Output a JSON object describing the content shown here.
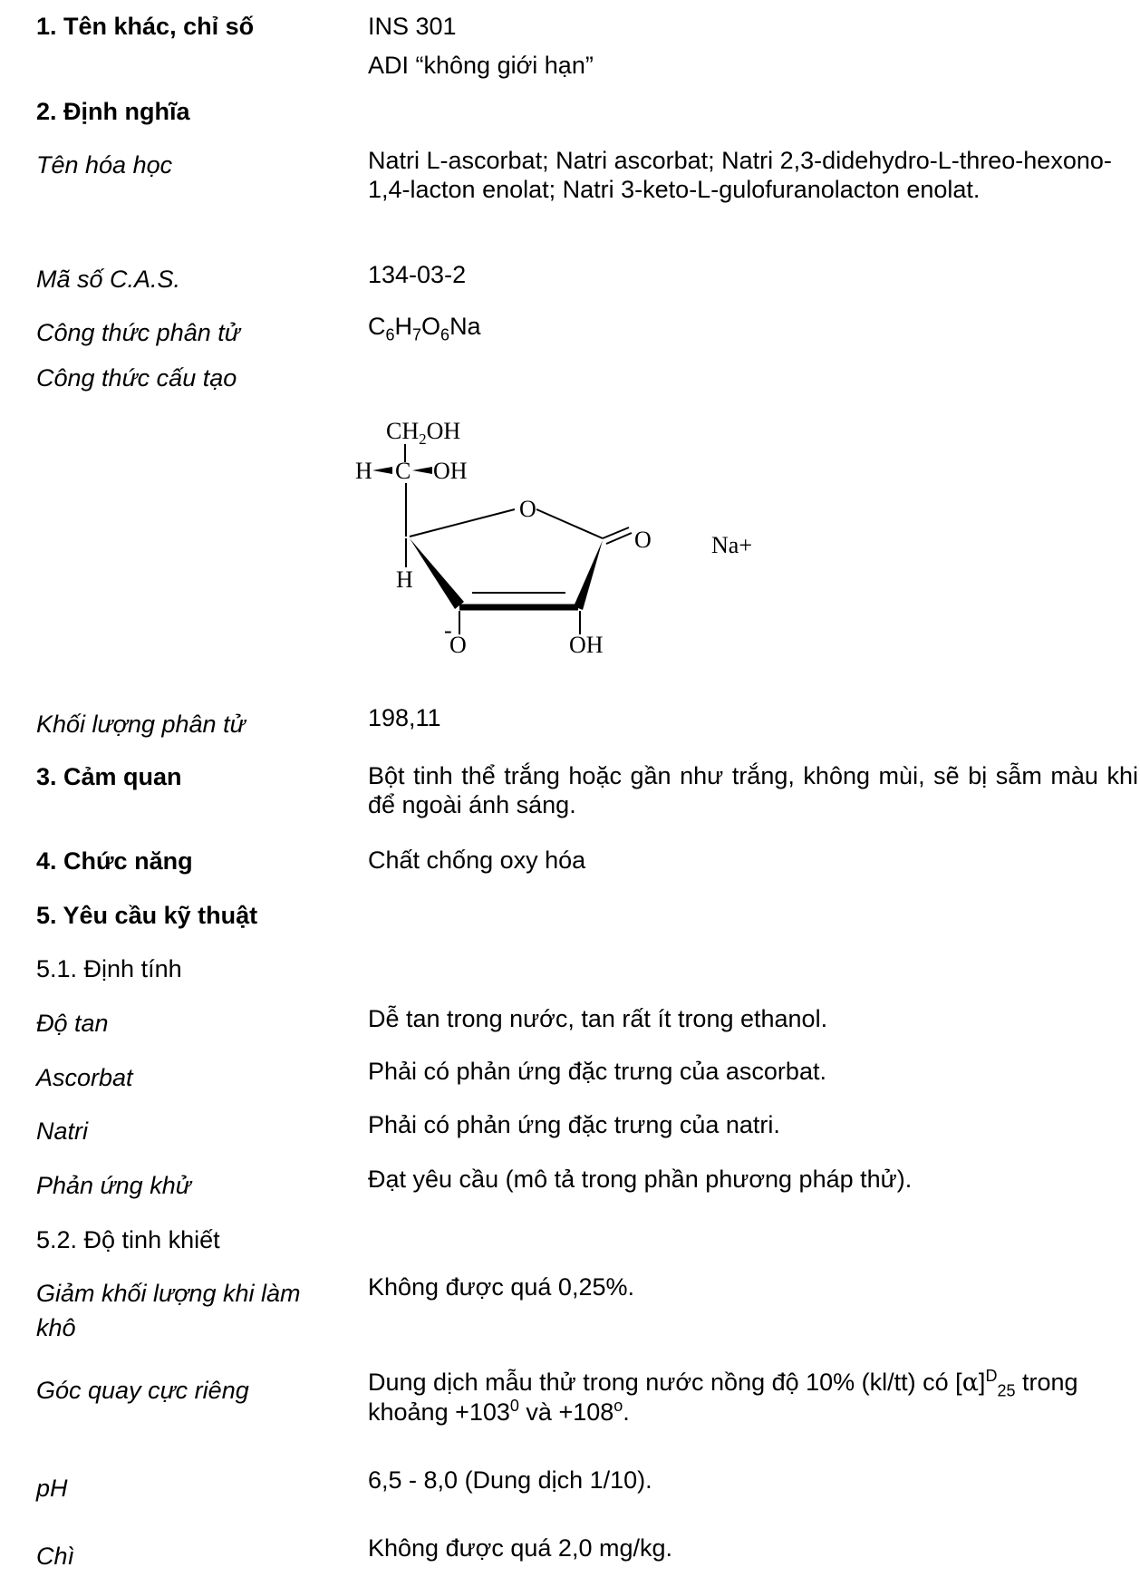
{
  "sec1": {
    "label": "1. Tên khác, chỉ số",
    "ins": "INS 301",
    "adi": "ADI “không giới hạn”"
  },
  "sec2": {
    "label": "2. Định nghĩa",
    "chem_name_label": "Tên hóa học",
    "chem_name_value": "Natri L-ascorbat; Natri ascorbat; Natri 2,3-didehydro-L-threo-hexono-1,4-lacton enolat; Natri 3-keto-L-gulofuranolacton enolat.",
    "cas_label": "Mã số C.A.S.",
    "cas_value": "134-03-2",
    "mol_formula_label": "Công thức phân tử",
    "mol_formula": {
      "C": "C",
      "c_n": "6",
      "H": "H",
      "h_n": "7",
      "O": "O",
      "o_n": "6",
      "Na": "Na"
    },
    "struct_label": "Công thức cấu tạo",
    "structure": {
      "ch2oh_base": "CH",
      "ch2oh_sub": "2",
      "ch2oh_tail": "OH",
      "h_left": "H",
      "c_center": "C",
      "oh_right": "OH",
      "ring_o": "O",
      "carbonyl_o": "O",
      "na_ion": "Na+",
      "h_ring": "H",
      "o_minus_sign": "-",
      "o_minus": "O",
      "oh_bottom": "OH"
    },
    "mw_label": "Khối lượng phân tử",
    "mw_value": "198,11"
  },
  "sec3": {
    "label": "3. Cảm quan",
    "value": "Bột tinh thể trắng hoặc gần như trắng, không mùi, sẽ bị sẫm màu khi để ngoài ánh sáng."
  },
  "sec4": {
    "label": "4. Chức năng",
    "value": "Chất chống oxy hóa"
  },
  "sec5": {
    "label": "5. Yêu cầu kỹ thuật",
    "s51": "5.1. Định tính",
    "solubility_label": "Độ tan",
    "solubility_value": "Dễ tan trong nước, tan rất ít trong ethanol.",
    "ascorbat_label": "Ascorbat",
    "ascorbat_value": "Phải có phản ứng đặc trưng của ascorbat.",
    "natri_label": "Natri",
    "natri_value": "Phải có phản ứng đặc trưng của natri.",
    "reduction_label": "Phản ứng khử",
    "reduction_value": "Đạt yêu cầu (mô tả trong phần phương pháp thử).",
    "s52": "5.2. Độ tinh khiết",
    "lod_label": "Giảm khối lượng khi làm khô",
    "lod_value": "Không được quá 0,25%.",
    "rot_label": "Góc quay cực riêng",
    "rot": {
      "part1": "Dung dịch mẫu thử trong nước nồng độ 10% (kl/tt) có [",
      "alpha": "α",
      "bracket": "]",
      "sup_d": "D",
      "sub_25": "25",
      "part2": " trong khoảng +103",
      "sup_0": "0",
      "part3": " và +108",
      "sup_o": "o",
      "part4": "."
    },
    "ph_label": "pH",
    "ph_value": "6,5 - 8,0 (Dung dịch 1/10).",
    "lead_label": "Chì",
    "lead_value": "Không được quá 2,0 mg/kg."
  }
}
